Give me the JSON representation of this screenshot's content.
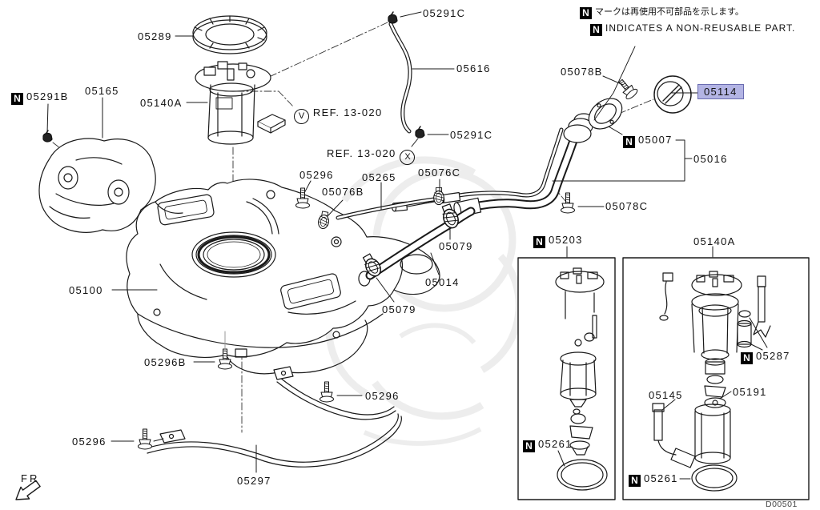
{
  "n_mark": "N",
  "notes": {
    "jp": "マークは再使用不可部品を示します。",
    "en": "INDICATES A NON-REUSABLE PART."
  },
  "refs": {
    "v": {
      "letter": "V",
      "text": "REF. 13-020"
    },
    "x": {
      "letter": "X",
      "text": "REF. 13-020"
    }
  },
  "fr": "FR",
  "doc_code": "D00501",
  "highlight": {
    "part": "05114",
    "bg_color": "#b3b4e4",
    "border_color": "#6a6cb0"
  },
  "labels": {
    "p05291c_a": "05291C",
    "p05289": "05289",
    "p05616": "05616",
    "p05078b": "05078B",
    "p05114": "05114",
    "p05291b": "05291B",
    "p05165": "05165",
    "p05140a": "05140A",
    "p05291c_b": "05291C",
    "p05007": "05007",
    "p05016": "05016",
    "p05296_a": "05296",
    "p05265": "05265",
    "p05076c": "05076C",
    "p05076b": "05076B",
    "p05078c": "05078C",
    "p05079_a": "05079",
    "p05014": "05014",
    "p05079_b": "05079",
    "p05100": "05100",
    "p05203": "05203",
    "p05140a_box": "05140A",
    "p05287": "05287",
    "p05191": "05191",
    "p05145": "05145",
    "p05296b": "05296B",
    "p05261_a": "05261",
    "p05296_mid": "05296",
    "p05296_c": "05296",
    "p05261_b": "05261",
    "p05297": "05297"
  }
}
